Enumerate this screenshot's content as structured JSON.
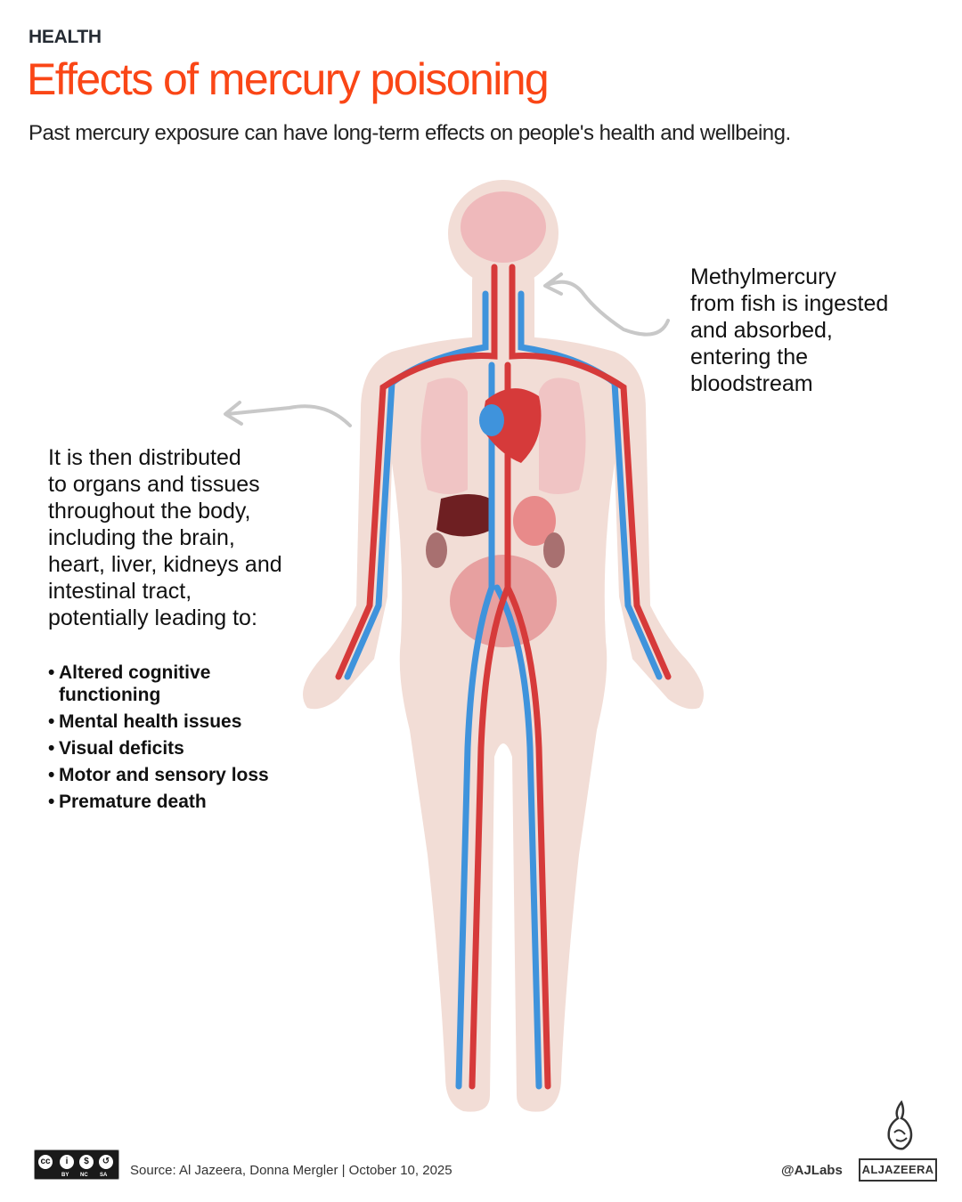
{
  "header": {
    "kicker": "HEALTH",
    "title": "Effects of mercury poisoning",
    "subtitle": "Past mercury exposure can have long-term effects on people's health and wellbeing."
  },
  "annotations": {
    "right": [
      "Methylmercury",
      "from fish is ingested",
      "and absorbed,",
      "entering the",
      "bloodstream"
    ],
    "left": [
      "It is then distributed",
      "to organs and tissues",
      "throughout the body,",
      "including the brain,",
      "heart, liver, kidneys and",
      "intestinal tract,",
      "potentially leading to:"
    ],
    "effects": [
      "Altered cognitive functioning",
      "Mental health issues",
      "Visual deficits",
      "Motor and sensory loss",
      "Premature death"
    ]
  },
  "illustration": {
    "subject": "human-circulatory-system",
    "organs": [
      "brain",
      "lungs",
      "heart",
      "liver",
      "stomach",
      "kidneys",
      "intestines"
    ],
    "colors": {
      "skin": "#f2ddd6",
      "artery": "#d63a3a",
      "vein": "#3f93dc",
      "liver": "#6e1f22",
      "lung": "#f0b9b9",
      "arrow": "#c8c8c8"
    }
  },
  "footer": {
    "license": {
      "cc": "cc",
      "by": "BY",
      "nc": "NC",
      "sa": "SA"
    },
    "source": "Source:  Al Jazeera,  Donna Mergler  |   October 10, 2025",
    "handle": "@AJLabs",
    "brand": "ALJAZEERA"
  },
  "colors": {
    "accent": "#fa4616",
    "text": "#111111",
    "kicker": "#252b33"
  }
}
